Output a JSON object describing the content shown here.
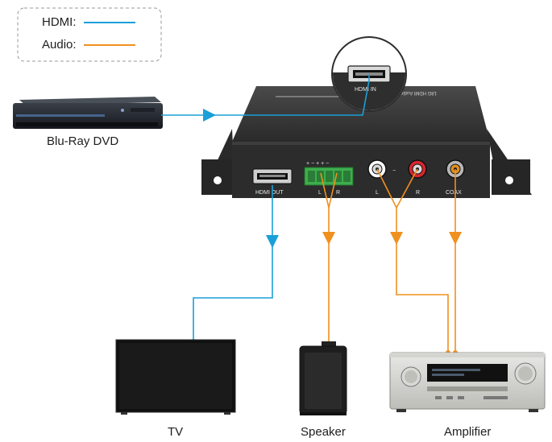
{
  "legend": {
    "items": [
      {
        "label": "HDMI:",
        "color": "#1a9fd8"
      },
      {
        "label": "Audio:",
        "color": "#f0901e"
      }
    ]
  },
  "devices": {
    "source": "Blu-Ray DVD",
    "tv": "TV",
    "speaker": "Speaker",
    "amplifier": "Amplifier"
  },
  "extractor": {
    "top_label": "18G HDMI Audio Extractor",
    "ports": {
      "hdmi_in": "HDMI IN",
      "hdmi_out": "HDMI OUT",
      "terminal_signs": "+ − + + −",
      "terminal_l": "L",
      "terminal_r": "R",
      "rca_l": "L",
      "rca_r": "R",
      "rca_dash": "−",
      "coax": "COAX"
    }
  },
  "colors": {
    "hdmi": "#1a9fd8",
    "audio": "#f0901e",
    "device_body": "#2d2d2d"
  }
}
